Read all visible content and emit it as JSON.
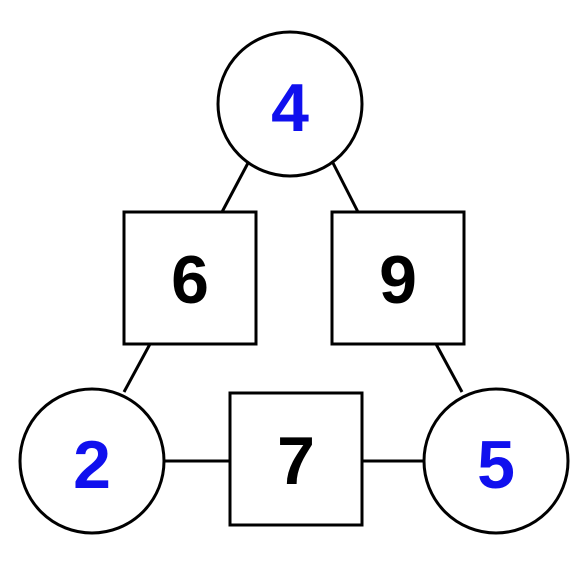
{
  "colors": {
    "circle_number": "#1010ee",
    "square_number": "#000000",
    "stroke": "#000000",
    "background": "#ffffff"
  },
  "circles": {
    "top": "4",
    "bottom_left": "2",
    "bottom_right": "5"
  },
  "squares": {
    "left": "6",
    "right": "9",
    "bottom": "7"
  }
}
